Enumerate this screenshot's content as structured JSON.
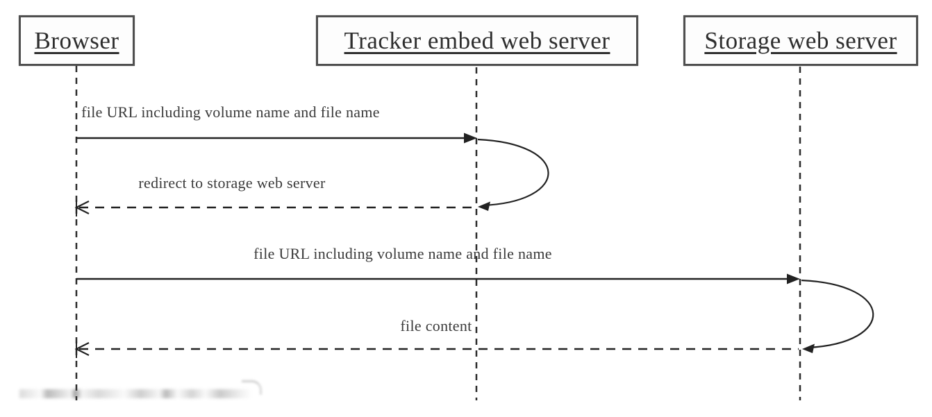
{
  "diagram": {
    "type": "sequence",
    "actors": [
      {
        "name": "Browser"
      },
      {
        "name": "Tracker embed web server"
      },
      {
        "name": "Storage web server"
      }
    ],
    "messages": [
      {
        "label": "file URL including volume name and file name",
        "from": "Browser",
        "to": "Tracker embed web server",
        "line_style": "solid",
        "arrowhead": "filled"
      },
      {
        "label": "redirect to storage web server",
        "from": "Tracker embed web server",
        "to": "Browser",
        "line_style": "dashed",
        "arrowhead": "open"
      },
      {
        "label": "file URL including volume name and file name",
        "from": "Browser",
        "to": "Storage web server",
        "line_style": "solid",
        "arrowhead": "filled"
      },
      {
        "label": "file content",
        "from": "Storage web server",
        "to": "Browser",
        "line_style": "dashed",
        "arrowhead": "open"
      }
    ],
    "self_loops": [
      {
        "at": "Tracker embed web server",
        "between_messages": [
          1,
          2
        ]
      },
      {
        "at": "Storage web server",
        "between_messages": [
          3,
          4
        ]
      }
    ],
    "colors": {
      "background": "#ffffff",
      "line": "#2b2b2b",
      "box_border": "#4f4f4f",
      "text": "#3a3a3a"
    }
  }
}
